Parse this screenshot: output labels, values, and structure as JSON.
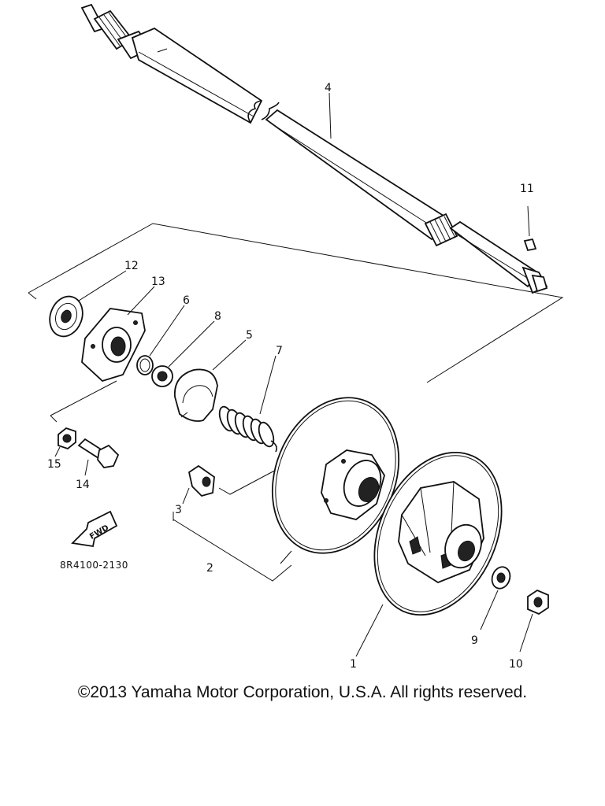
{
  "diagram": {
    "part_code": "8R4100-2130",
    "fwd_label": "FWD",
    "callouts": [
      {
        "id": "c1",
        "label": "1"
      },
      {
        "id": "c2",
        "label": "2"
      },
      {
        "id": "c3",
        "label": "3"
      },
      {
        "id": "c4",
        "label": "4"
      },
      {
        "id": "c5",
        "label": "5"
      },
      {
        "id": "c6",
        "label": "6"
      },
      {
        "id": "c7",
        "label": "7"
      },
      {
        "id": "c8",
        "label": "8"
      },
      {
        "id": "c9",
        "label": "9"
      },
      {
        "id": "c10",
        "label": "10"
      },
      {
        "id": "c11",
        "label": "11"
      },
      {
        "id": "c12",
        "label": "12"
      },
      {
        "id": "c13",
        "label": "13"
      },
      {
        "id": "c14",
        "label": "14"
      },
      {
        "id": "c15",
        "label": "15"
      }
    ]
  },
  "footer": {
    "copyright": "©2013 Yamaha Motor Corporation, U.S.A. All rights reserved."
  }
}
